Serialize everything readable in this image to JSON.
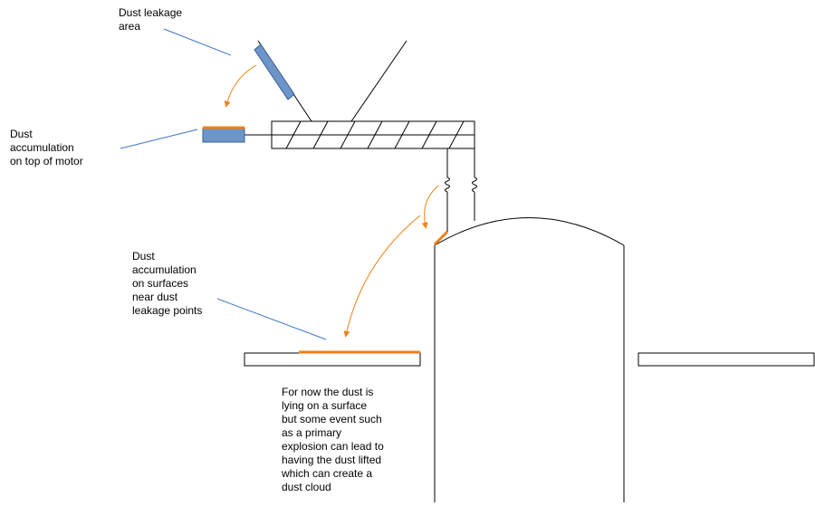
{
  "labels": {
    "leakage_area": [
      "Dust leakage",
      "area"
    ],
    "motor_accumulation": [
      "Dust",
      "accumulation",
      "on top of motor"
    ],
    "surface_accumulation": [
      "Dust",
      "accumulation",
      "on surfaces",
      "near dust",
      "leakage points"
    ],
    "note": [
      "For now the dust is",
      "lying on a surface",
      "but some event such",
      "as a primary",
      "explosion can lead to",
      "having the dust lifted",
      "which can create a",
      "dust cloud"
    ]
  },
  "colors": {
    "dust": "#f07f13",
    "motor_fill": "#6d95c9",
    "motor_stroke": "#3a5f8f",
    "leader": "#3b78c6",
    "structure": "#000000"
  }
}
